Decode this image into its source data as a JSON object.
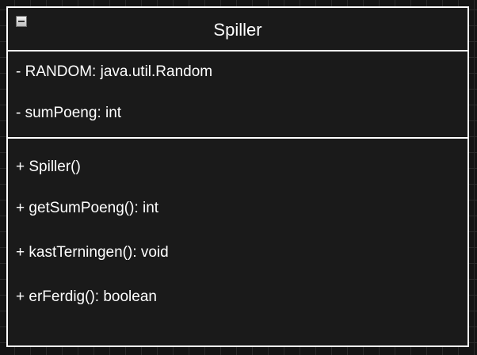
{
  "class": {
    "name": "Spiller",
    "collapse_icon": "collapse-icon",
    "attributes": [
      "- RANDOM: java.util.Random",
      "- sumPoeng: int"
    ],
    "operations": [
      "+ Spiller()",
      "+ getSumPoeng(): int",
      "+ kastTerningen(): void",
      "+ erFerdig(): boolean"
    ]
  }
}
